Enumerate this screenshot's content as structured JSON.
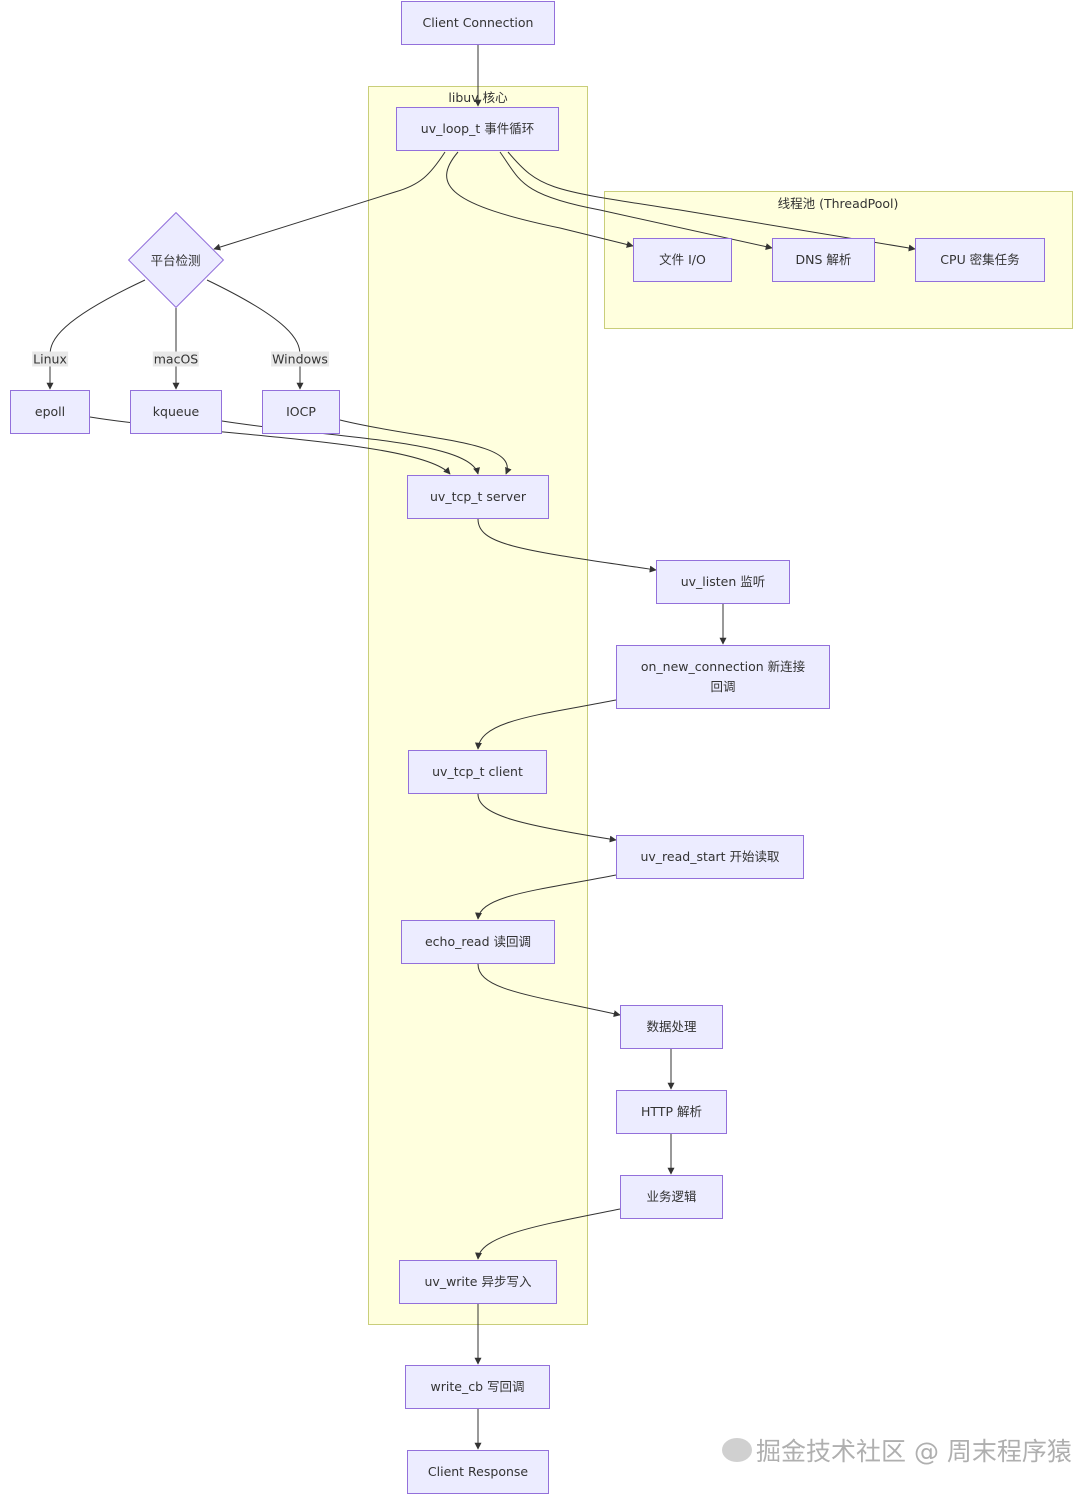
{
  "clusters": {
    "libuv_core": "libuv 核心",
    "threadpool": "线程池 (ThreadPool)"
  },
  "nodes": {
    "client_connection": "Client Connection",
    "uv_loop": "uv_loop_t 事件循环",
    "platform_detect": "平台检测",
    "file_io": "文件 I/O",
    "dns": "DNS 解析",
    "cpu_task": "CPU 密集任务",
    "epoll": "epoll",
    "kqueue": "kqueue",
    "iocp": "IOCP",
    "uv_tcp_server": "uv_tcp_t server",
    "uv_listen": "uv_listen 监听",
    "on_new_connection": "on_new_connection 新连接回调",
    "uv_tcp_client": "uv_tcp_t client",
    "uv_read_start": "uv_read_start 开始读取",
    "echo_read": "echo_read 读回调",
    "data_process": "数据处理",
    "http_parse": "HTTP 解析",
    "business_logic": "业务逻辑",
    "uv_write": "uv_write 异步写入",
    "write_cb": "write_cb 写回调",
    "client_response": "Client Response"
  },
  "edge_labels": {
    "linux": "Linux",
    "macos": "macOS",
    "windows": "Windows"
  },
  "colors": {
    "node_fill": "#ececff",
    "node_border": "#9370db",
    "cluster_fill": "#ffffde",
    "cluster_border": "#c9ce7a",
    "edge": "#333333"
  },
  "watermark": "掘金技术社区 @ 周末程序猿"
}
